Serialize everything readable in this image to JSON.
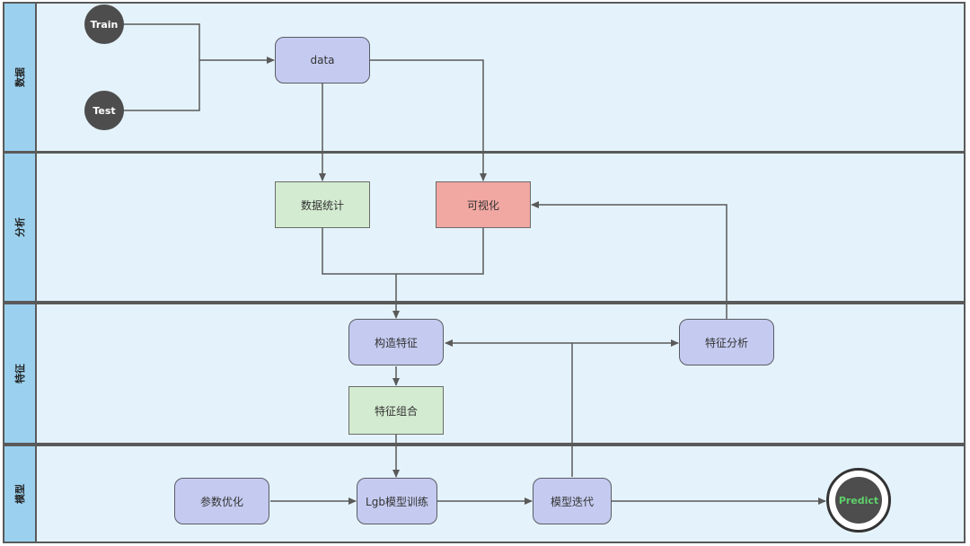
{
  "lanes": [
    {
      "label": "数据"
    },
    {
      "label": "分析"
    },
    {
      "label": "特征"
    },
    {
      "label": "模型"
    }
  ],
  "nodes": {
    "train": "Train",
    "test": "Test",
    "data": "data",
    "stats": "数据统计",
    "visual": "可视化",
    "build_features": "构造特征",
    "feature_analysis": "特征分析",
    "feature_combine": "特征组合",
    "param_opt": "参数优化",
    "lgb_train": "Lgb模型训练",
    "model_iter": "模型迭代",
    "predict": "Predict"
  },
  "colors": {
    "lane_fill": "#e4f3fb",
    "label_fill": "#9bd1ef",
    "border": "#5a5a5a",
    "node_blue": "#c5cbf0",
    "node_green": "#d3ebd0",
    "node_red": "#f1a7a2",
    "dark_circle": "#4d4d4d",
    "predict_text": "#5fd06a"
  }
}
